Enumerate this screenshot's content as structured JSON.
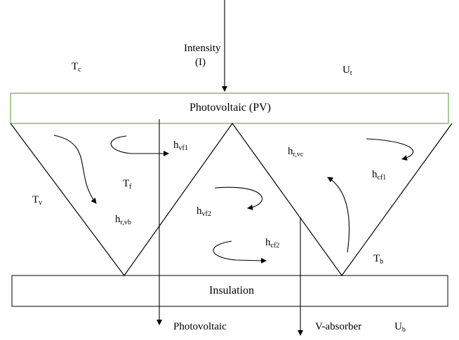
{
  "colors": {
    "pv_border": "#6aa84f",
    "line": "#000000",
    "background": "#ffffff"
  },
  "pv_panel": {
    "label": "Photovoltaic (PV)"
  },
  "insulation": {
    "label": "Insulation"
  },
  "intensity": {
    "line1": "Intensity",
    "line2": "(I)"
  },
  "symbols": {
    "tc": {
      "base": "T",
      "sub": "c"
    },
    "ut": {
      "base": "U",
      "sub": "t"
    },
    "tv": {
      "base": "T",
      "sub": "v"
    },
    "tf": {
      "base": "T",
      "sub": "f"
    },
    "tb": {
      "base": "T",
      "sub": "b"
    },
    "ub": {
      "base": "U",
      "sub": "b"
    },
    "hvf1": {
      "base": "h",
      "sub": "vf1"
    },
    "hvf2": {
      "base": "h",
      "sub": "vf2"
    },
    "hrvb": {
      "base": "h",
      "sub": "r,vb"
    },
    "hrvc": {
      "base": "h",
      "sub": "r,vc"
    },
    "hcf1": {
      "base": "h",
      "sub": "cf1"
    },
    "hcf2": {
      "base": "h",
      "sub": "cf2"
    }
  },
  "bottom_labels": {
    "photovoltaic": "Photovoltaic",
    "v_absorber": "V-absorber"
  }
}
